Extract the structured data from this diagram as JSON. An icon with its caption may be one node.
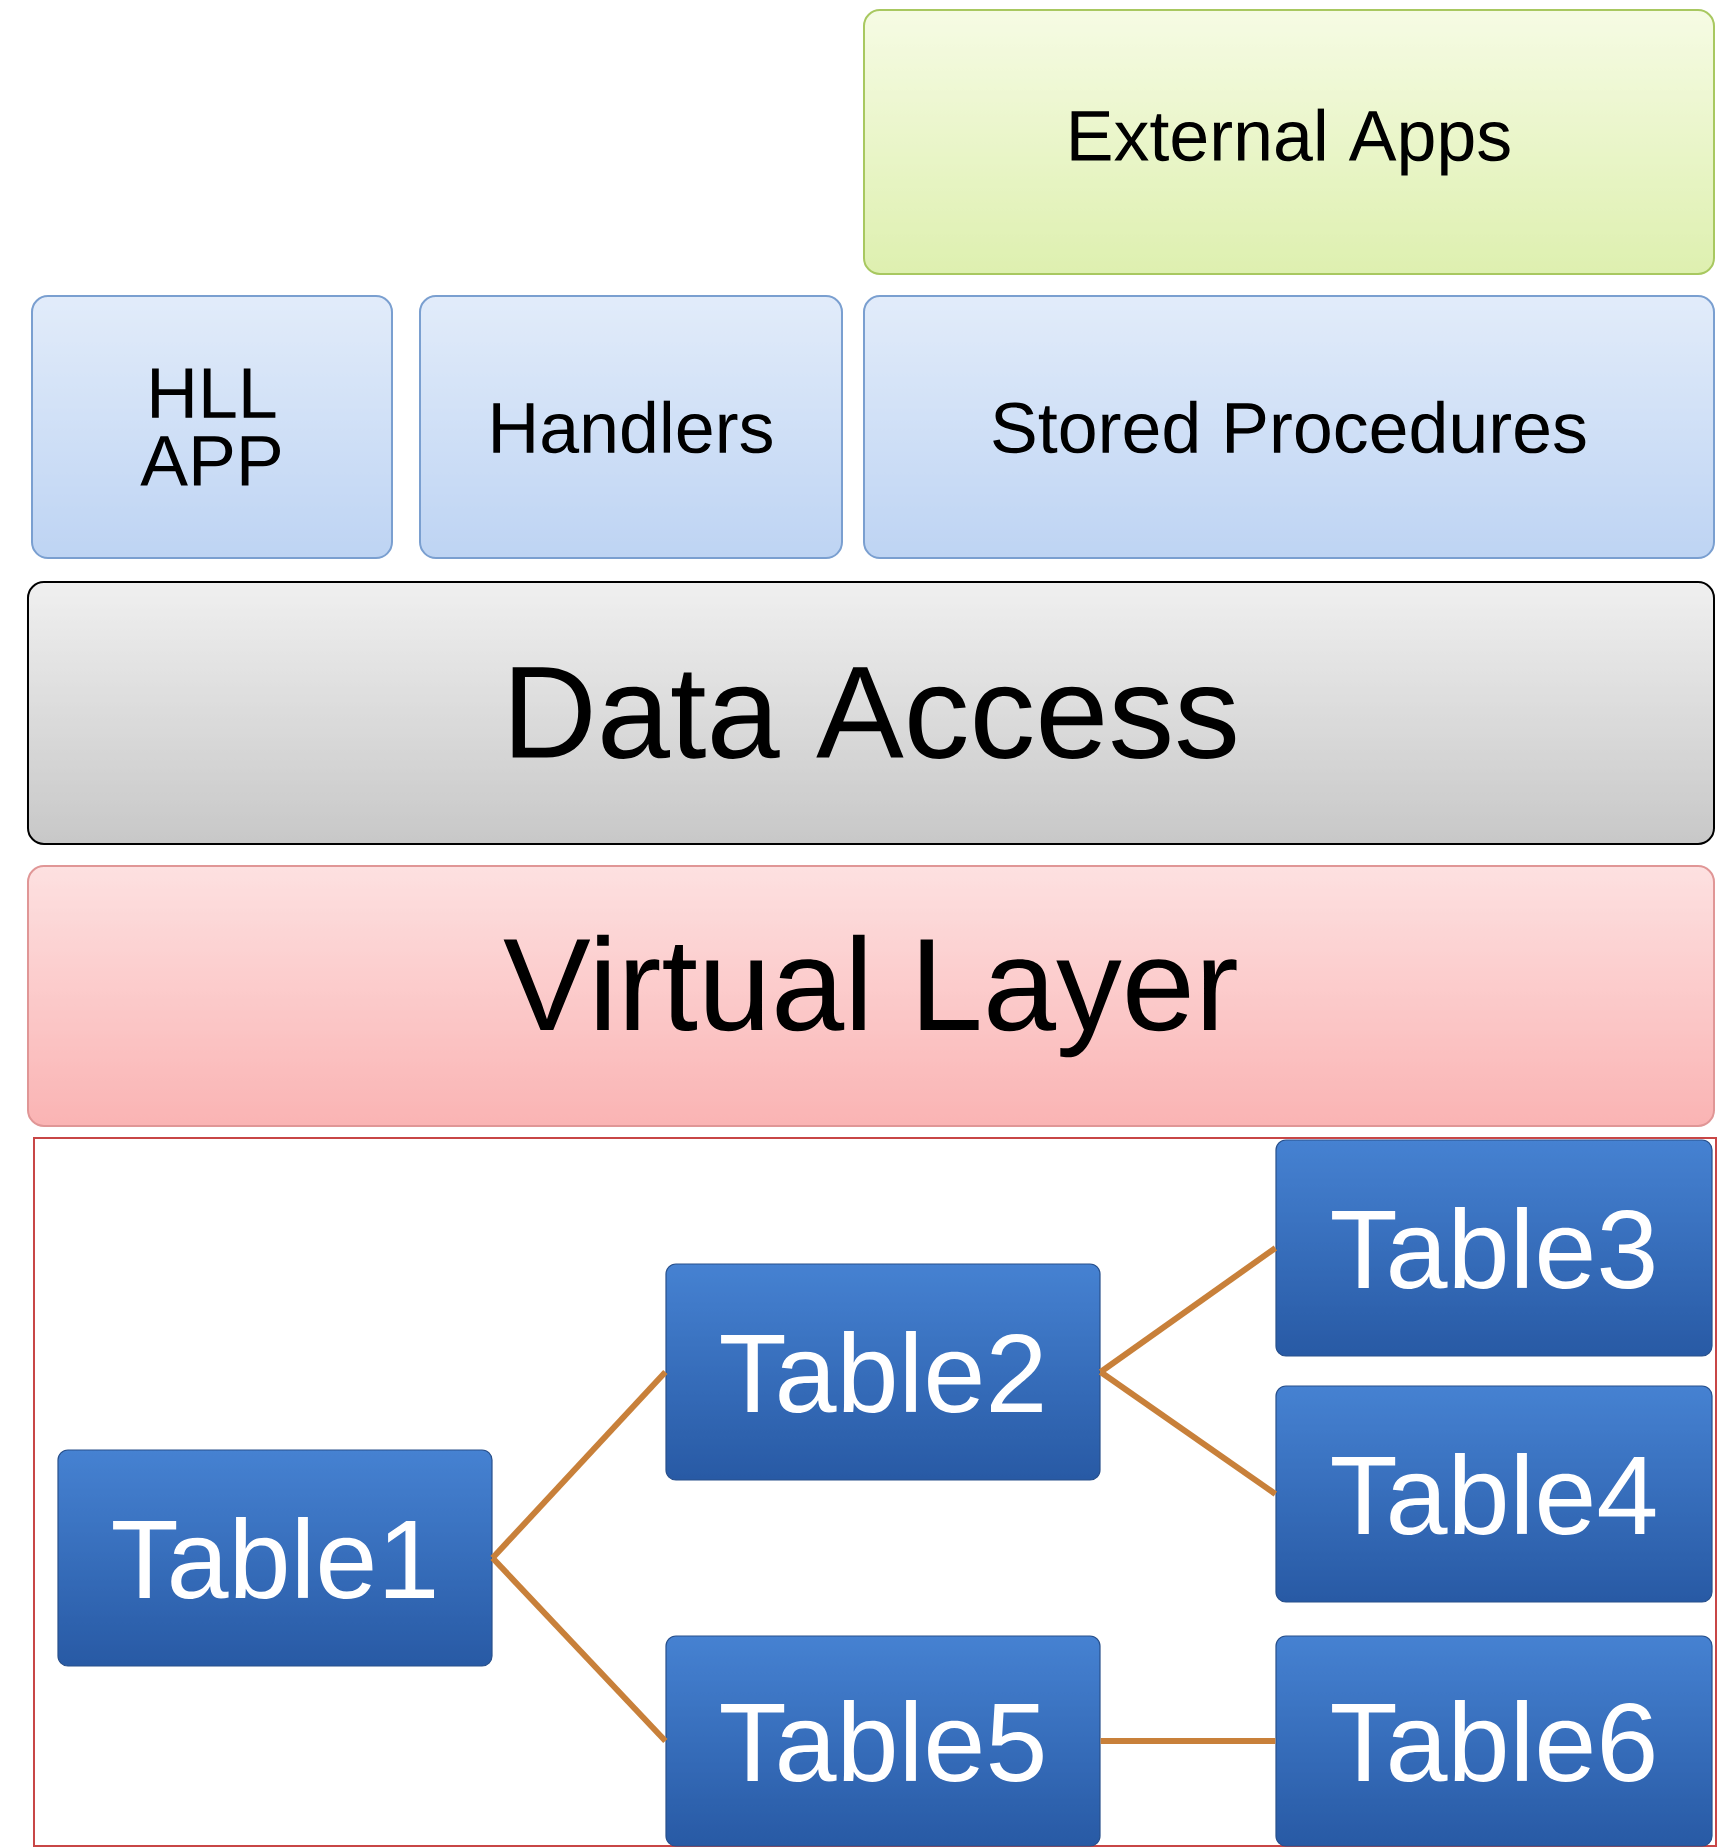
{
  "diagram": {
    "nodes": [
      {
        "text": [
          "External Apps"
        ]
      },
      {
        "text": [
          "HLL APP"
        ]
      },
      {
        "text": [
          "Handlers"
        ]
      },
      {
        "text": [
          "Stored Procedures"
        ]
      },
      {
        "text": [
          "Data Access"
        ]
      },
      {
        "text": [
          "Virtual Layer"
        ]
      },
      {
        "text": [],
        "shape": "box"
      },
      {
        "text": [
          "Table1"
        ],
        "in": 6
      },
      {
        "text": [
          "Table2"
        ],
        "in": 6
      },
      {
        "text": [
          "Table3"
        ],
        "in": 6
      },
      {
        "text": [
          "Table4"
        ],
        "in": 6
      },
      {
        "text": [
          "Table5"
        ],
        "in": 6
      },
      {
        "text": [
          "Table6"
        ],
        "in": 6
      }
    ],
    "edges": [
      {
        "from": 7,
        "to": 8,
        "arrow": "none"
      },
      {
        "from": 7,
        "to": 11,
        "arrow": "none"
      },
      {
        "from": 8,
        "to": 9,
        "arrow": "none"
      },
      {
        "from": 8,
        "to": 10,
        "arrow": "none"
      },
      {
        "from": 11,
        "to": 12,
        "arrow": "none"
      }
    ]
  }
}
